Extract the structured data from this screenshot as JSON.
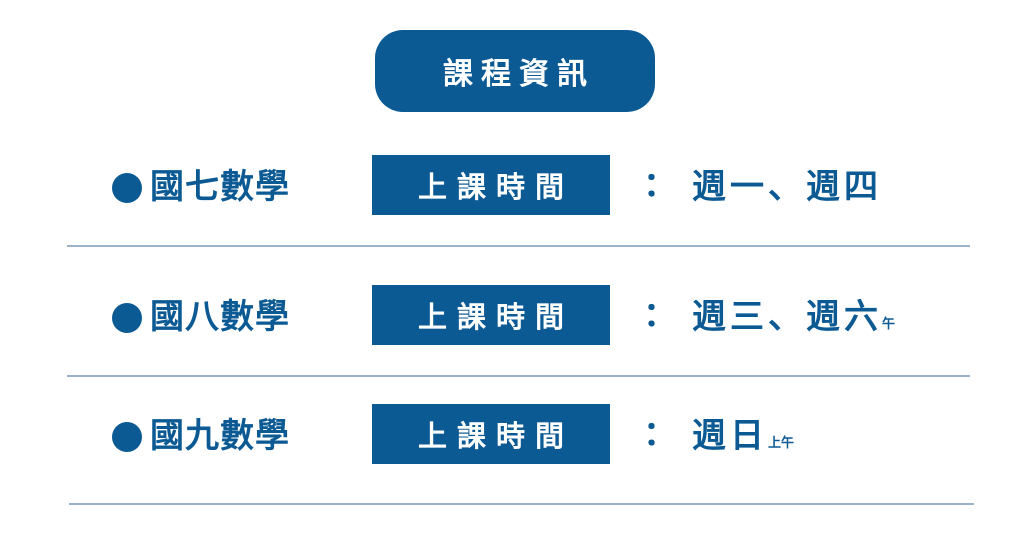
{
  "colors": {
    "primary": "#0c5a93",
    "divider": "#9bb3c8"
  },
  "header": {
    "title": "課程資訊"
  },
  "rows": [
    {
      "bullet": "●",
      "course": "國七數學",
      "tag": "上課時間",
      "colon": "：",
      "days": "週一、週四",
      "suffix": ""
    },
    {
      "bullet": "●",
      "course": "國八數學",
      "tag": "上課時間",
      "colon": "：",
      "days": "週三、週六",
      "suffix": "午"
    },
    {
      "bullet": "●",
      "course": "國九數學",
      "tag": "上課時間",
      "colon": "：",
      "days": "週日",
      "suffix": "上午"
    }
  ]
}
